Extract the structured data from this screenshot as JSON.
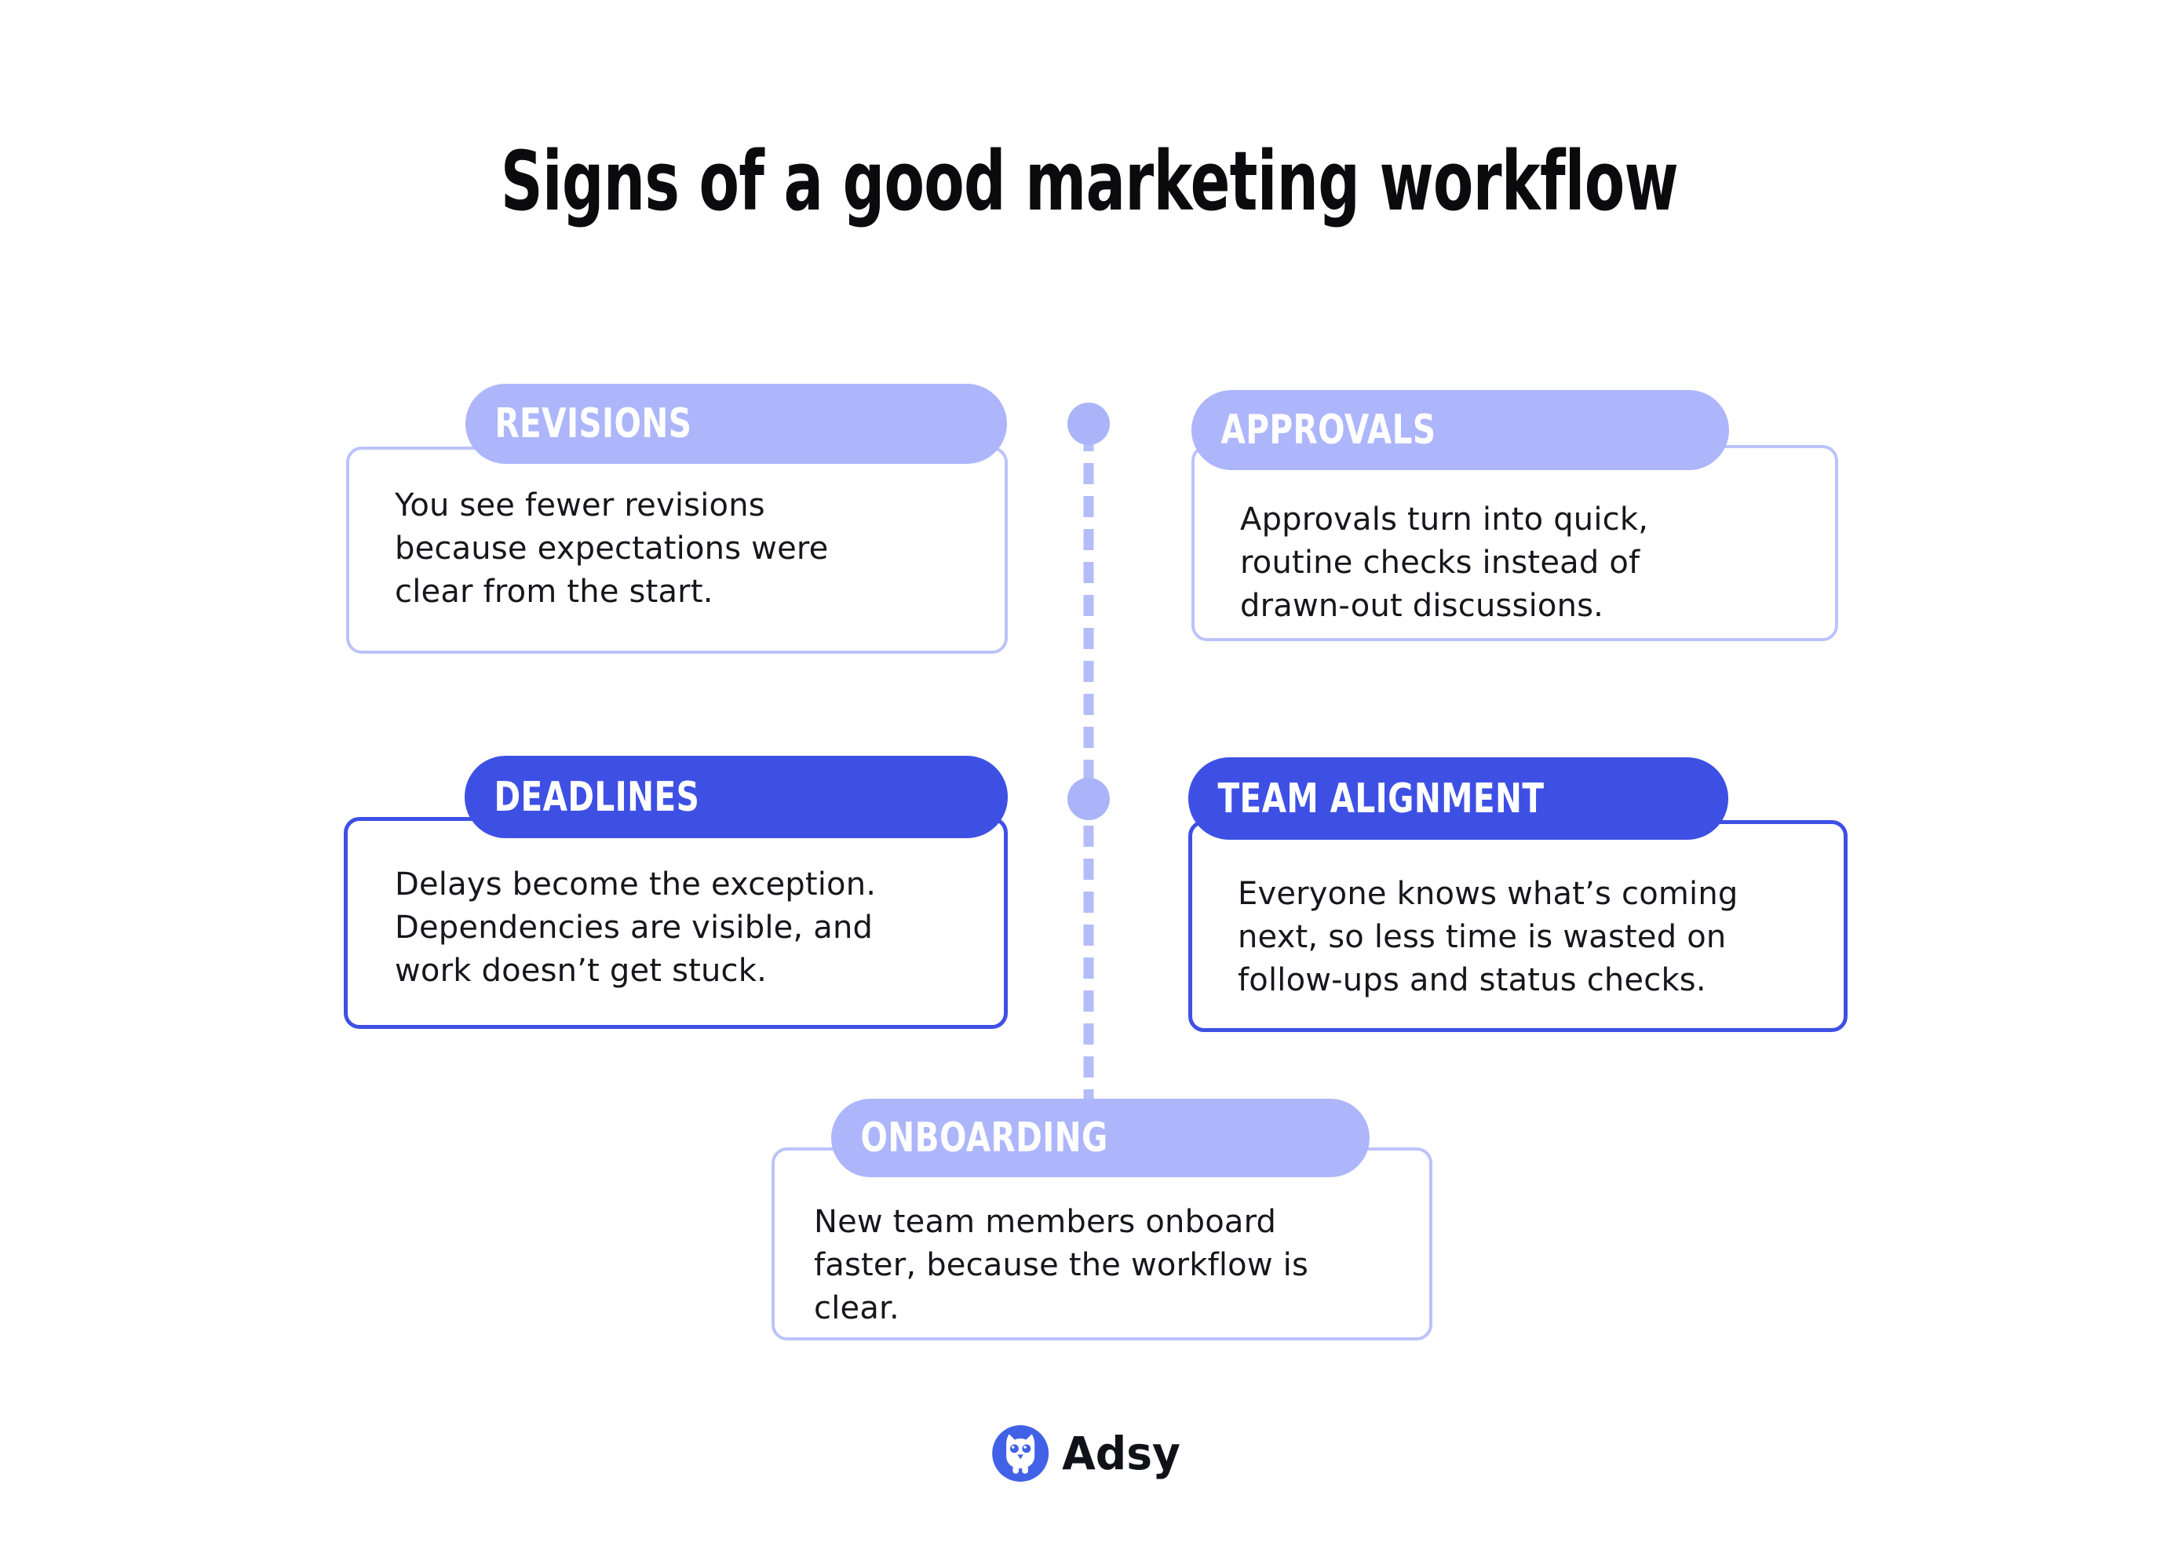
{
  "title": "Signs of a good marketing workflow",
  "colors": {
    "light_pill": "#adb6fb",
    "light_border": "#bcc3fa",
    "dark_pill": "#3e50e4",
    "connector_line": "#b5bdf8",
    "connector_dot": "#aab4f8",
    "pill_label_text": "#ffffff",
    "body_text": "#16161c",
    "title_text": "#0b0b0e",
    "logo_blue": "#4161e6"
  },
  "connector": {
    "style": "dashed-vertical",
    "dot_count": 2
  },
  "cards": [
    {
      "label": "REVISIONS",
      "variant": "light",
      "body": "You see fewer revisions because expectations were clear from the start.",
      "lines": [
        "You see fewer revisions",
        "because expectations were",
        "clear from the start."
      ]
    },
    {
      "label": "APPROVALS",
      "variant": "light",
      "body": "Approvals turn into quick, routine checks instead of drawn-out discussions.",
      "lines": [
        "Approvals turn into quick,",
        "routine checks instead of",
        "drawn-out discussions."
      ]
    },
    {
      "label": "DEADLINES",
      "variant": "dark",
      "body": "Delays become the exception. Dependencies are visible, and work doesn’t get stuck.",
      "lines": [
        "Delays become the exception.",
        "Dependencies are visible, and",
        "work doesn’t get stuck."
      ]
    },
    {
      "label": "TEAM ALIGNMENT",
      "variant": "dark",
      "body": "Everyone knows what’s coming next, so less time is wasted on follow-ups and status checks.",
      "lines": [
        "Everyone knows what’s coming",
        "next, so less time is wasted on",
        "follow-ups and status checks."
      ]
    },
    {
      "label": "ONBOARDING",
      "variant": "light",
      "body": "New team members onboard faster, because the workflow is clear.",
      "lines": [
        "New team members onboard",
        "faster, because the workflow is",
        "clear."
      ]
    }
  ],
  "footer": {
    "brand": "Adsy"
  }
}
